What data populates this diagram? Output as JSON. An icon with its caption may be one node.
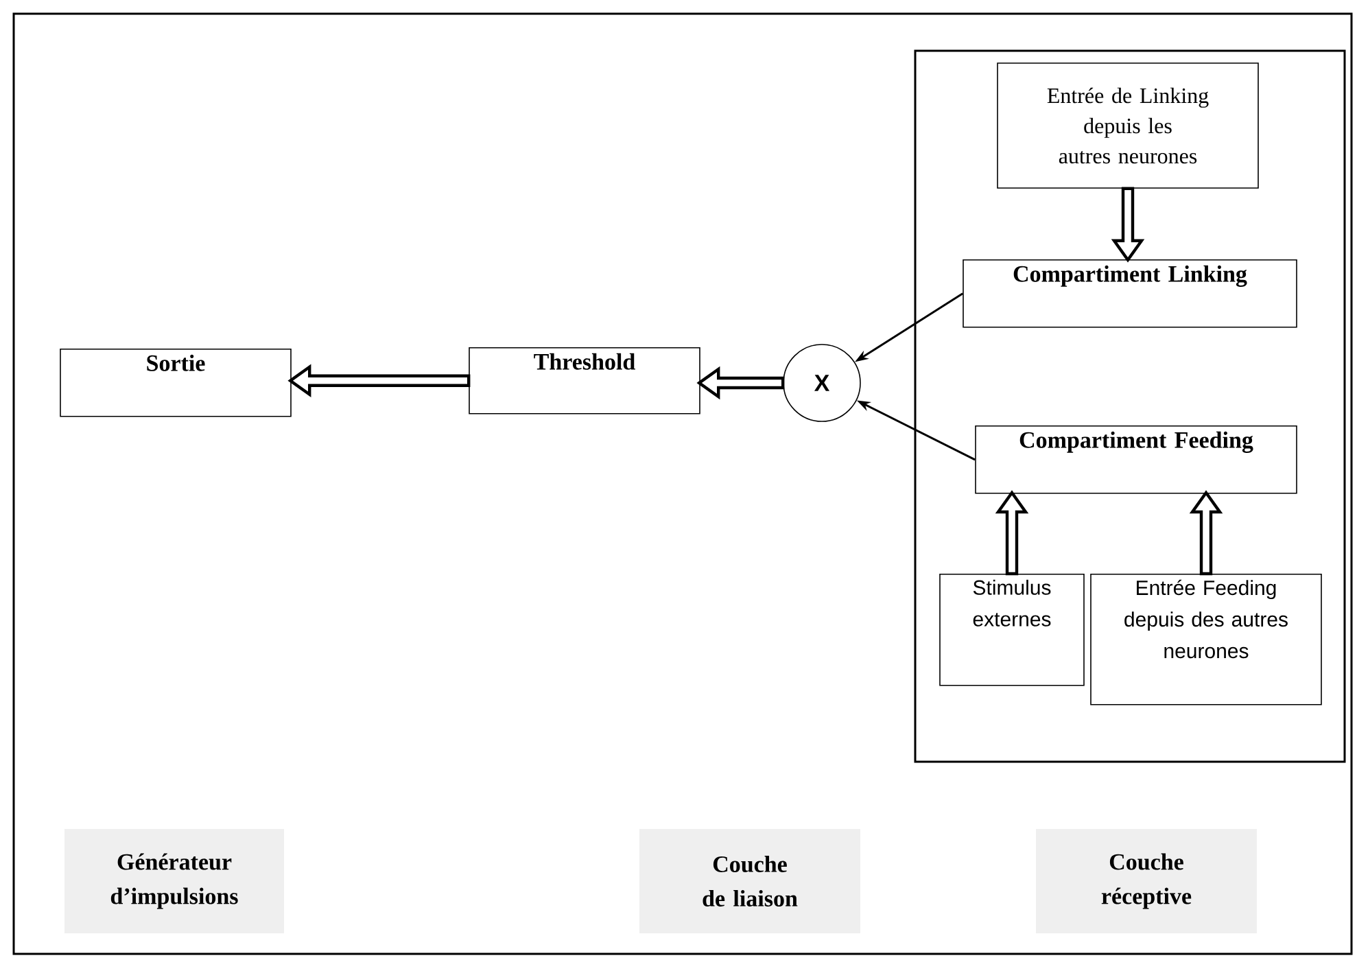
{
  "diagram": {
    "nodes": [
      {
        "text": [],
        "shape": "box"
      },
      {
        "text": [
          "Entrée de Linking depuis les autres neurones"
        ],
        "in": 0
      },
      {
        "text": [
          "Compartiment Linking"
        ],
        "in": 0
      },
      {
        "text": [
          "Compartiment Feeding"
        ],
        "in": 0
      },
      {
        "text": [
          "Stimulus externes"
        ],
        "in": 0
      },
      {
        "text": [
          "Entrée Feeding depuis des autres neurones"
        ],
        "in": 0
      },
      {
        "text": [
          "X"
        ]
      },
      {
        "text": [
          "Threshold"
        ]
      },
      {
        "text": [
          "Sortie"
        ]
      },
      {
        "text": [
          "Générateur d’impulsions"
        ]
      },
      {
        "text": [
          "Couche de liaison"
        ]
      },
      {
        "text": [
          "Couche réceptive"
        ]
      }
    ],
    "edges": [
      {
        "from": 1,
        "to": 2,
        "arrow": "to",
        "style": "thick"
      },
      {
        "from": 2,
        "to": 6,
        "arrow": "to"
      },
      {
        "from": 3,
        "to": 6,
        "arrow": "to"
      },
      {
        "from": 4,
        "to": 3,
        "arrow": "to",
        "style": "thick"
      },
      {
        "from": 5,
        "to": 3,
        "arrow": "to",
        "style": "thick"
      },
      {
        "from": 6,
        "to": 7,
        "arrow": "to",
        "style": "thick"
      },
      {
        "from": 7,
        "to": 8,
        "arrow": "to",
        "style": "thick"
      }
    ]
  }
}
